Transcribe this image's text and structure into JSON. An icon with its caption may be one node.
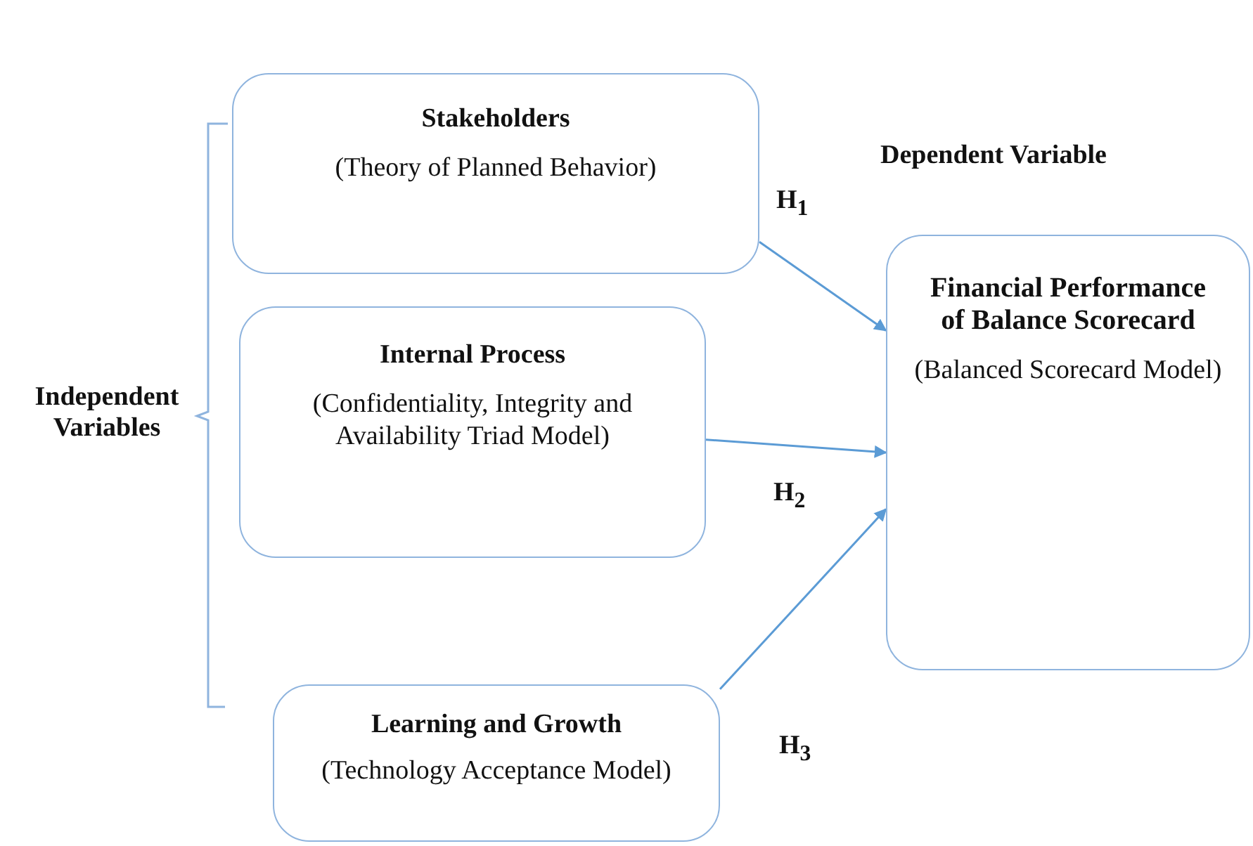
{
  "diagram": {
    "nodes": [
      {
        "text": [
          "Stakeholders",
          "(Theory of Planned Behavior)"
        ]
      },
      {
        "text": [
          "Internal Process",
          "(Confidentiality, Integrity and Availability Triad Model)"
        ]
      },
      {
        "text": [
          "Learning and Growth",
          "(Technology Acceptance Model)"
        ]
      },
      {
        "text": [
          "Financial Performance of Balance Scorecard",
          "(Balanced Scorecard Model)"
        ]
      }
    ],
    "edges": [
      {
        "from": 0,
        "to": 3,
        "arrow": "to"
      },
      {
        "from": 1,
        "to": 3,
        "arrow": "to"
      },
      {
        "from": 2,
        "to": 3,
        "arrow": "to"
      }
    ],
    "labels": [
      "Dependent Variable",
      "H$_{1}$",
      "H$_{2}$",
      "H$_{3}$",
      "Independent Variables"
    ]
  }
}
